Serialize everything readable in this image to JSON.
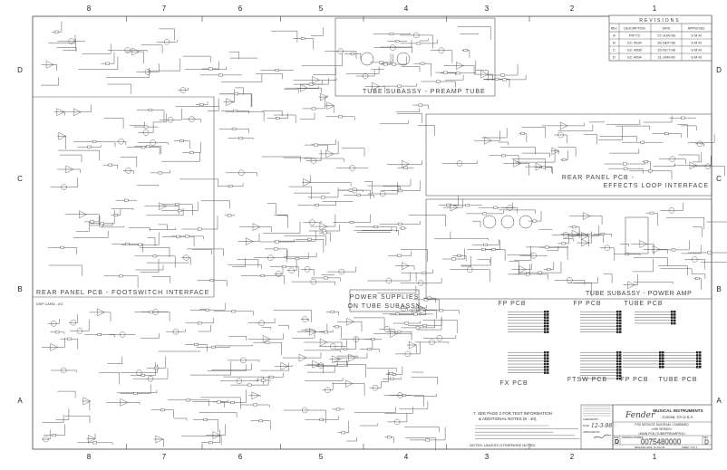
{
  "zones": {
    "columns": [
      "8",
      "7",
      "6",
      "5",
      "4",
      "3",
      "2",
      "1"
    ],
    "rows": [
      "D",
      "C",
      "B",
      "A"
    ]
  },
  "revisions": {
    "title": "REVISIONS",
    "headers": [
      "REV.",
      "DESCRIPTION",
      "DATE",
      "APPROVED"
    ],
    "rows": [
      [
        "A",
        "PR772",
        "27-JUN-98",
        "S M M"
      ],
      [
        "B",
        "EC 4034",
        "26-SEP-98",
        "S M M"
      ],
      [
        "C",
        "EC 4066",
        "15-OCT-98",
        "S M M"
      ],
      [
        "D",
        "EC 4094",
        "21-JAN-99",
        "S M M"
      ]
    ]
  },
  "sections": {
    "preamp_tube": "TUBE SUBASSY - PREAMP TUBE",
    "footswitch": "REAR PANEL PCB - FOOTSWITCH INTERFACE",
    "effects_loop_1": "REAR PANEL PCB -",
    "effects_loop_2": "EFFECTS LOOP INTERFACE",
    "power_amp": "TUBE SUBASSY - POWER AMP",
    "power_supplies_1": "POWER SUPPLIES",
    "power_supplies_2": "ON TUBE SUBASSY",
    "dsp_card": "DSP CARD - I/O"
  },
  "connectors": {
    "fp_pcb_1": "FP PCB",
    "fp_pcb_2": "FP PCB",
    "tube_pcb_1": "TUBE PCB",
    "fx_pcb": "FX PCB",
    "ftsw_pcb": "FTSW PCB",
    "fp_pcb_3": "FP PCB",
    "tube_pcb_2": "TUBE PCB"
  },
  "notes": {
    "line1": "7. SEE PAGE 2 FOR TEST INFORMATION",
    "line2": "& ADDITIONAL NOTES (8 - 10).",
    "footer": "NOTES: UNLESS OTHERWISE NOTED"
  },
  "title_block": {
    "company": "MUSICAL INSTRUMENTS",
    "location": "Corona, CA  U.S.A.",
    "title1": "FSD SERVICE DIAGRAM, COMBINED",
    "title2": "<HW SERIES>",
    "title3": "<MAIN PCB (TUBE/PREAMP/IO)>",
    "size_label": "SIZE",
    "size": "D",
    "drawing_number_label": "DRAWING NUMBER",
    "drawing_number": "0075480000",
    "rev_label": "REV.",
    "rev": "D",
    "release_date": "RELEASE DATE: 21-JAN-99",
    "sheet": "SHEET 1 OF 3",
    "checked_label": "CHECKED BY:",
    "date_label": "DATE:",
    "date_value": "12-3-98",
    "approved_label": "APPROVED BY:"
  }
}
